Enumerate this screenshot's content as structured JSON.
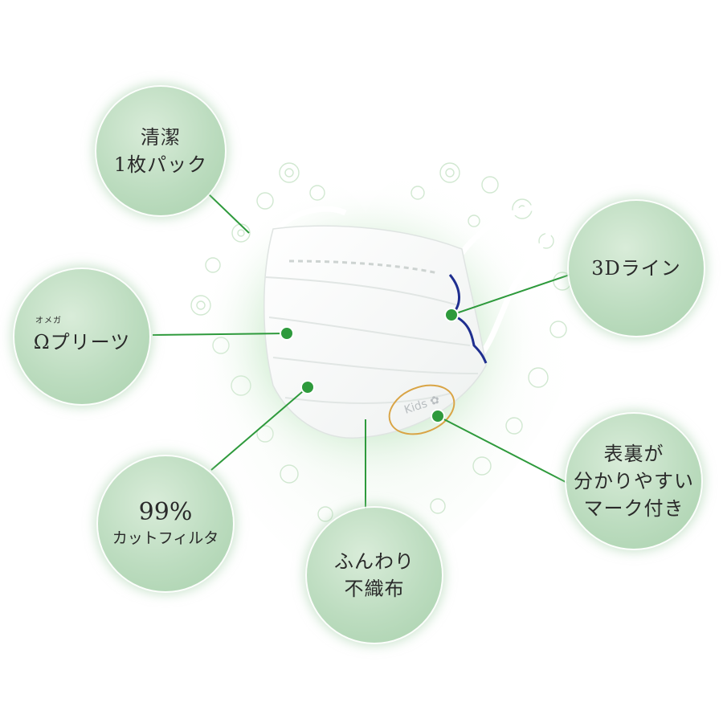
{
  "features": {
    "pack": {
      "line1": "清潔",
      "line2": "1枚パック"
    },
    "line3d": {
      "line1": "3Dライン"
    },
    "pleats": {
      "ruby": "オメガ",
      "line1": "Ωプリーツ"
    },
    "filter": {
      "line1": "99%",
      "line2": "カットフィルタ"
    },
    "fabric": {
      "line1": "ふんわり",
      "line2": "不織布"
    },
    "mark": {
      "line1": "表裏が",
      "line2": "分かりやすい",
      "line3": "マーク付き"
    }
  },
  "mask": {
    "print_text": "Kids"
  },
  "colors": {
    "bubble": "#b8dbbc",
    "connector": "#2e9a3c",
    "dot": "#2e9a3c",
    "glow": "#a6dca9",
    "blue_line": "#1f2f8f",
    "orange_ring": "#d9a445"
  }
}
